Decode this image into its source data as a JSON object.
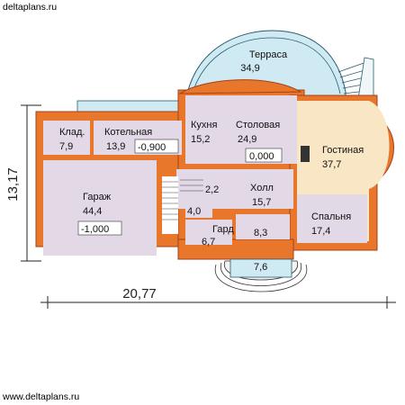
{
  "watermark_top": "deltaplans.ru",
  "watermark_bottom": "www.deltaplans.ru",
  "dimensions": {
    "depth": "13,17",
    "width": "20,77"
  },
  "rooms": [
    {
      "id": "terrace",
      "name": "Терраса",
      "area": "34,9"
    },
    {
      "id": "kitchen",
      "name": "Кухня",
      "area": "15,2"
    },
    {
      "id": "dining",
      "name": "Столовая",
      "area": "24,9",
      "level": "0,000"
    },
    {
      "id": "living",
      "name": "Гостиная",
      "area": "37,7"
    },
    {
      "id": "pantry",
      "name": "Клад.",
      "area": "7,9"
    },
    {
      "id": "boiler",
      "name": "Котельная",
      "area": "13,9",
      "level": "-0,900"
    },
    {
      "id": "garage",
      "name": "Гараж",
      "area": "44,4",
      "level": "-1,000"
    },
    {
      "id": "hall",
      "name": "Холл",
      "area": "15,7"
    },
    {
      "id": "bedroom",
      "name": "Спальня",
      "area": "17,4"
    },
    {
      "id": "stair",
      "name": "",
      "area": "2,2"
    },
    {
      "id": "wc",
      "name": "",
      "area": "4,0"
    },
    {
      "id": "wardrobe",
      "name": "Гард",
      "area": "6,7"
    },
    {
      "id": "vestibule",
      "name": "",
      "area": "8,3"
    },
    {
      "id": "porch",
      "name": "",
      "area": "7,6"
    }
  ],
  "colors": {
    "wall": "#e8762b",
    "wall_line": "#a4431a",
    "room": "#e2d8e6",
    "living": "#f8e6c4",
    "terrace": "#cfeaf2",
    "dim_line": "#222222"
  }
}
